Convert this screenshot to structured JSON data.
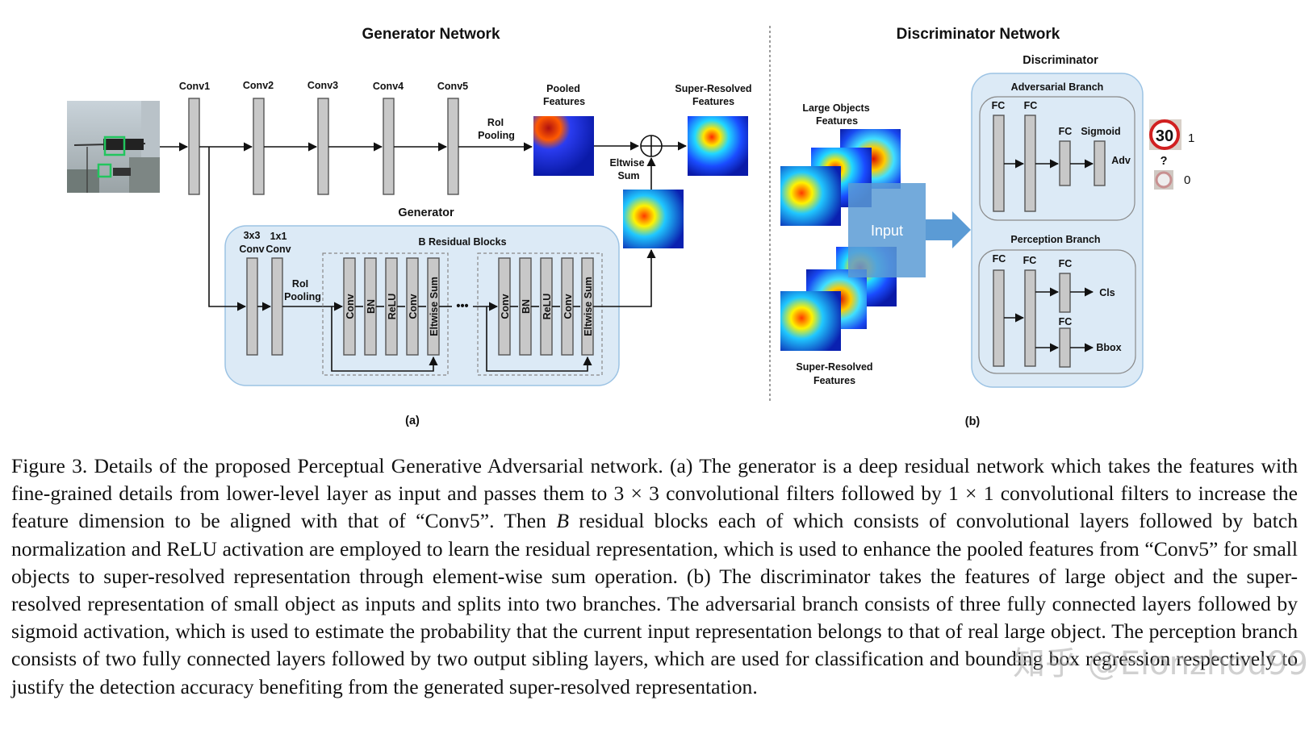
{
  "diagram": {
    "generator_network_title": "Generator Network",
    "discriminator_network_title": "Discriminator Network",
    "conv_labels": [
      "Conv1",
      "Conv2",
      "Conv3",
      "Conv4",
      "Conv5"
    ],
    "roi_pooling_top": [
      "RoI",
      "Pooling"
    ],
    "pooled_features": [
      "Pooled",
      "Features"
    ],
    "super_resolved_top": [
      "Super-Resolved",
      "Features"
    ],
    "eltwise_sum": [
      "Eltwise",
      "Sum"
    ],
    "generator_label": "Generator",
    "conv_3x3": [
      "3x3",
      "Conv"
    ],
    "conv_1x1": [
      "1x1",
      "Conv"
    ],
    "roi_pooling_gen": [
      "RoI",
      "Pooling"
    ],
    "residual_blocks_label": "B Residual Blocks",
    "residual_layers": [
      "Conv",
      "BN",
      "ReLU",
      "Conv",
      "Eltwise Sum"
    ],
    "ellipsis": "•••",
    "large_objects": [
      "Large Objects",
      "Features"
    ],
    "input_label": "Input",
    "super_resolved_bottom": [
      "Super-Resolved",
      "Features"
    ],
    "discriminator_label": "Discriminator",
    "adversarial_branch": "Adversarial Branch",
    "perception_branch": "Perception Branch",
    "fc": "FC",
    "sigmoid": "Sigmoid",
    "adv": "Adv",
    "cls": "Cls",
    "bbox": "Bbox",
    "sign_value": "30",
    "question": "?",
    "out_one": "1",
    "out_zero": "0",
    "panel_a": "(a)",
    "panel_b": "(b)"
  },
  "caption": {
    "p1": "Figure 3. Details of the proposed Perceptual Generative Adversarial network. (a) The generator is a deep residual network which takes the features with fine-grained details from lower-level layer as input and passes them to 3 × 3 convolutional filters followed by 1 × 1 convolutional filters to increase the feature dimension to be aligned with that of “Conv5”. Then ",
    "var_b": "B",
    "p2": " residual blocks each of which consists of convolutional layers followed by batch normalization and ReLU activation are employed to learn the residual representation, which is used to enhance the pooled features from “Conv5” for small objects to super-resolved representation through element-wise sum operation. (b) The discriminator takes the features of large object and the super-resolved representation of small object as inputs and splits into two branches. The adversarial branch consists of three fully connected layers followed by sigmoid activation, which is used to estimate the probability that the current input representation belongs to that of real large object. The perception branch consists of two fully connected layers followed by two output sibling layers, which are used for classification and bounding box regression respectively to justify the detection accuracy benefiting from the generated super-resolved representation."
  },
  "watermark": "知乎 @Elonzhou99",
  "colors": {
    "panel_fill": "#dceaf6",
    "panel_stroke": "#9cc3e4",
    "input_fill": "#5b9bd5"
  }
}
